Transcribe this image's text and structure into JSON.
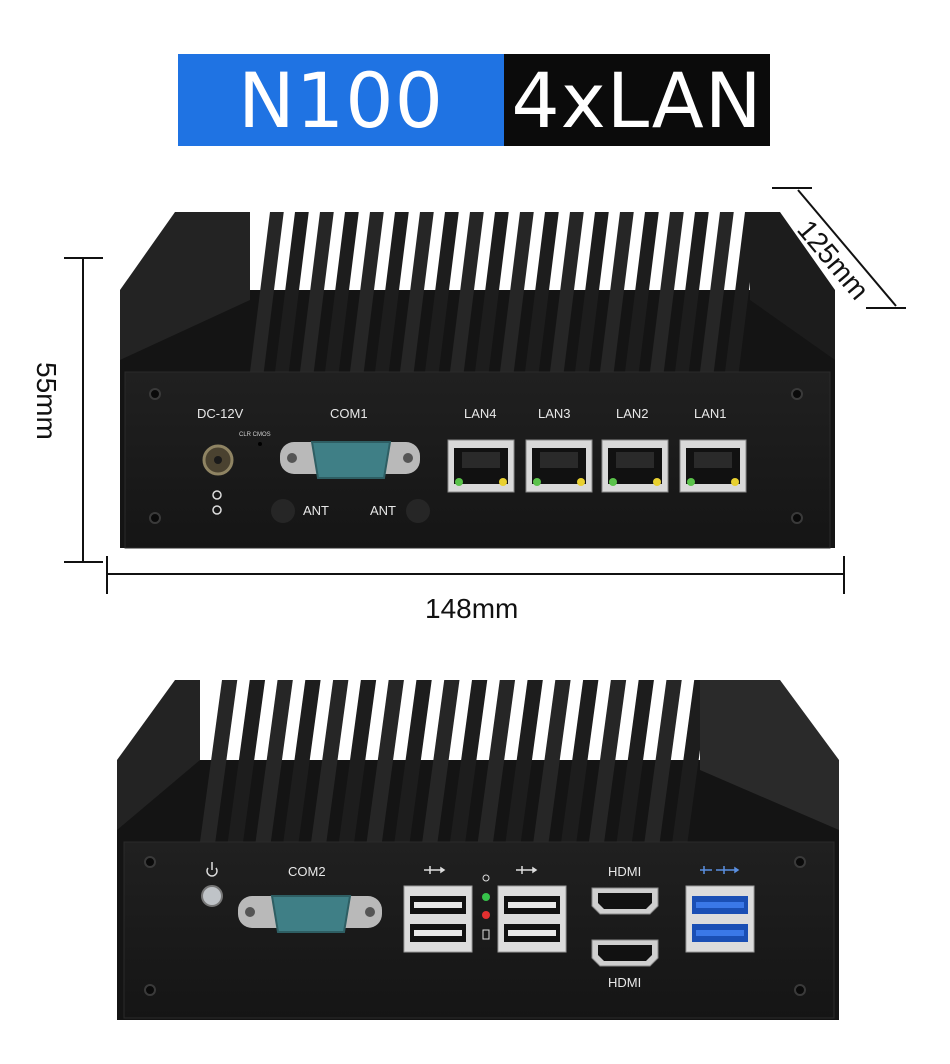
{
  "banner": {
    "chip": "N100",
    "ports": "4xLAN"
  },
  "dimensions": {
    "width": "148mm",
    "height": "55mm",
    "depth": "125mm"
  },
  "front_panel": {
    "dc": "DC-12V",
    "clr": "CLR CMOS",
    "com": "COM1",
    "ant_left": "ANT",
    "ant_right": "ANT",
    "lan": [
      "LAN4",
      "LAN3",
      "LAN2",
      "LAN1"
    ]
  },
  "rear_panel": {
    "com": "COM2",
    "hdmi_top": "HDMI",
    "hdmi_bottom": "HDMI"
  },
  "colors": {
    "banner_blue": "#1f73e3",
    "banner_black": "#0b0b0b",
    "chassis": "#1a1a1a",
    "com_port": "#3f7f86"
  }
}
